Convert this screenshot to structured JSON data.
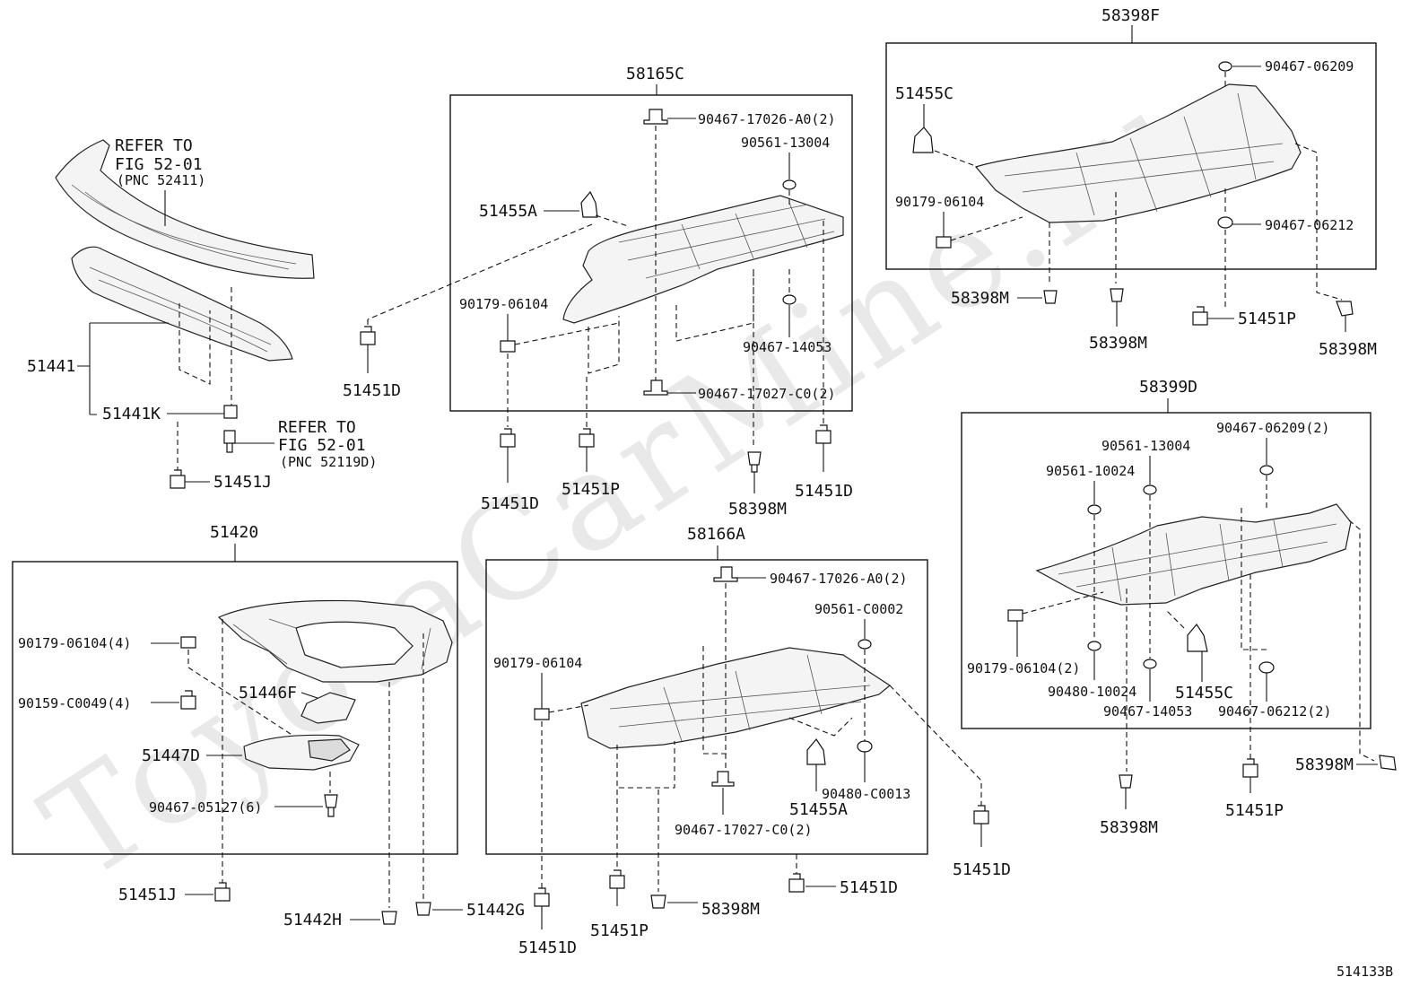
{
  "watermark": "ToyotaCarMine.ru",
  "diagram_id": "514133B",
  "groups": {
    "front_bumper_lower": {
      "refer_top": [
        "REFER TO",
        "FIG 52-01",
        "(PNC 52411)"
      ],
      "refer_bottom": [
        "REFER TO",
        "FIG 52-01",
        "(PNC 52119D)"
      ],
      "p51441": "51441",
      "p51441K": "51441K",
      "p51451J": "51451J"
    },
    "g58165C": {
      "title": "58165C",
      "labels": [
        "90467-17026-A0(2)",
        "90561-13004",
        "51455A",
        "90179-06104",
        "90467-14053",
        "90467-17027-C0(2)"
      ],
      "below": [
        "51451D",
        "51451D",
        "51451P",
        "58398M",
        "51451D"
      ]
    },
    "g58398F": {
      "title": "58398F",
      "labels": [
        "90467-06209",
        "51455C",
        "90179-06104",
        "90467-06212"
      ],
      "below": [
        "58398M",
        "58398M",
        "51451P",
        "58398M"
      ]
    },
    "g58399D": {
      "title": "58399D",
      "labels": [
        "90467-06209(2)",
        "90561-13004",
        "90561-10024",
        "90179-06104(2)",
        "90480-10024",
        "51455C",
        "90467-14053",
        "90467-06212(2)"
      ],
      "below": [
        "58398M",
        "58398M",
        "51451P"
      ]
    },
    "g51420": {
      "title": "51420",
      "labels": [
        "90179-06104(4)",
        "90159-C0049(4)",
        "51446F",
        "51447D",
        "90467-05127(6)"
      ],
      "below": [
        "51451J",
        "51442H",
        "51442G"
      ]
    },
    "g58166A": {
      "title": "58166A",
      "labels": [
        "90467-17026-A0(2)",
        "90561-C0002",
        "90179-06104",
        "90480-C0013",
        "51455A",
        "90467-17027-C0(2)"
      ],
      "below": [
        "51451D",
        "51451P",
        "58398M",
        "51451D",
        "51451D"
      ]
    }
  }
}
